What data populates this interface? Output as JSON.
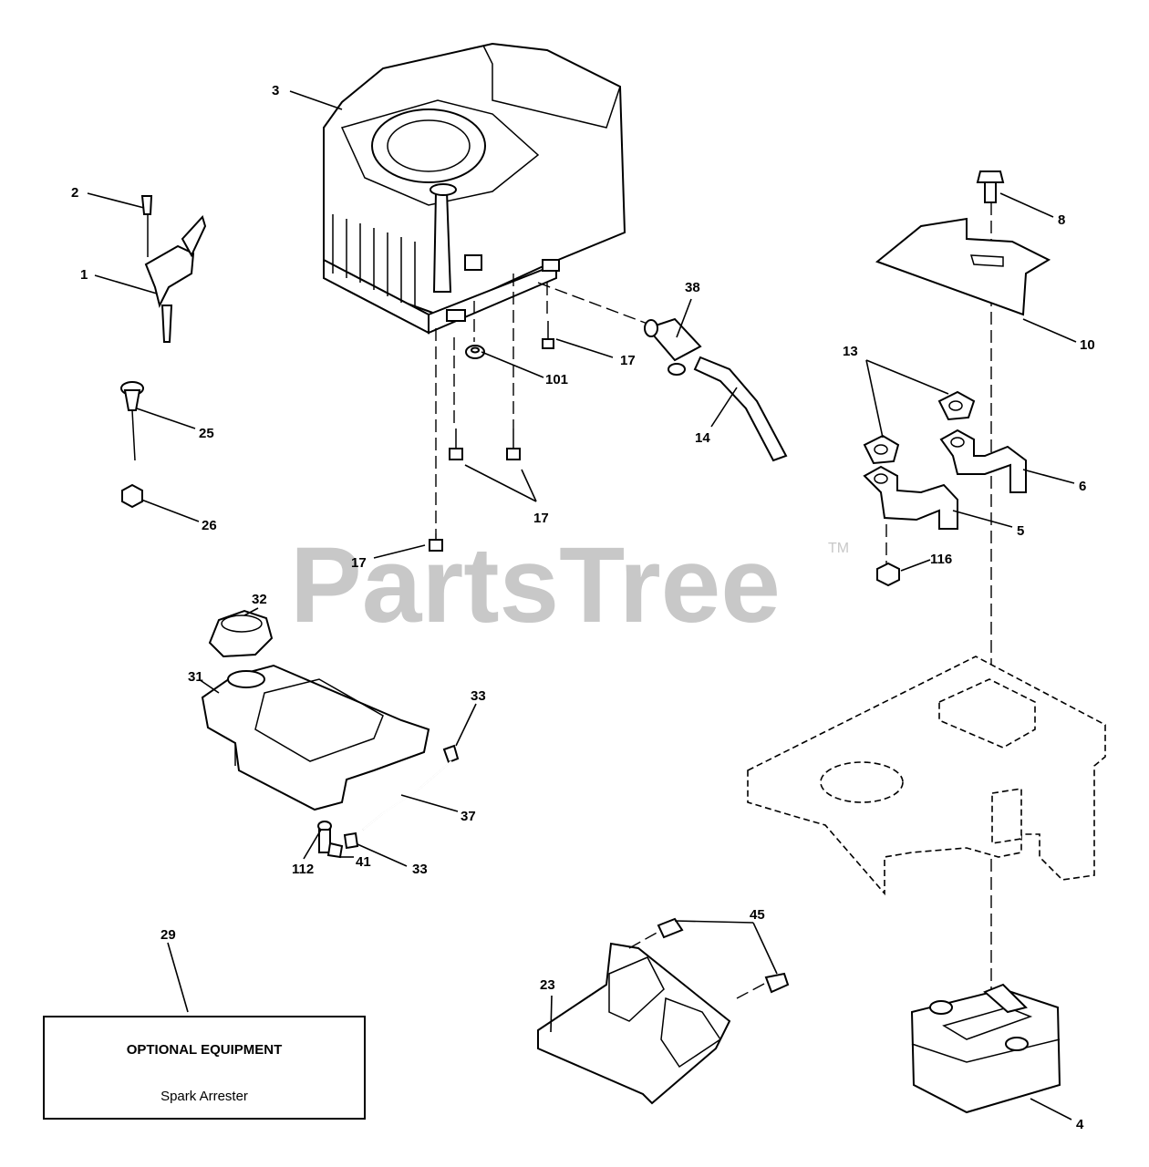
{
  "watermark": {
    "brand": "PartsTree",
    "trademark": "TM"
  },
  "optional_box": {
    "title": "OPTIONAL EQUIPMENT",
    "item": "Spark Arrester"
  },
  "callouts": {
    "c3": "3",
    "c2": "2",
    "c1": "1",
    "c25": "25",
    "c26": "26",
    "c8": "8",
    "c10": "10",
    "c13": "13",
    "c38": "38",
    "c17a": "17",
    "c17b": "17",
    "c17c": "17",
    "c101": "101",
    "c14": "14",
    "c6": "6",
    "c5": "5",
    "c116": "116",
    "c32": "32",
    "c31": "31",
    "c33a": "33",
    "c33b": "33",
    "c37": "37",
    "c112": "112",
    "c41": "41",
    "c29": "29",
    "c45": "45",
    "c23": "23",
    "c4": "4"
  }
}
